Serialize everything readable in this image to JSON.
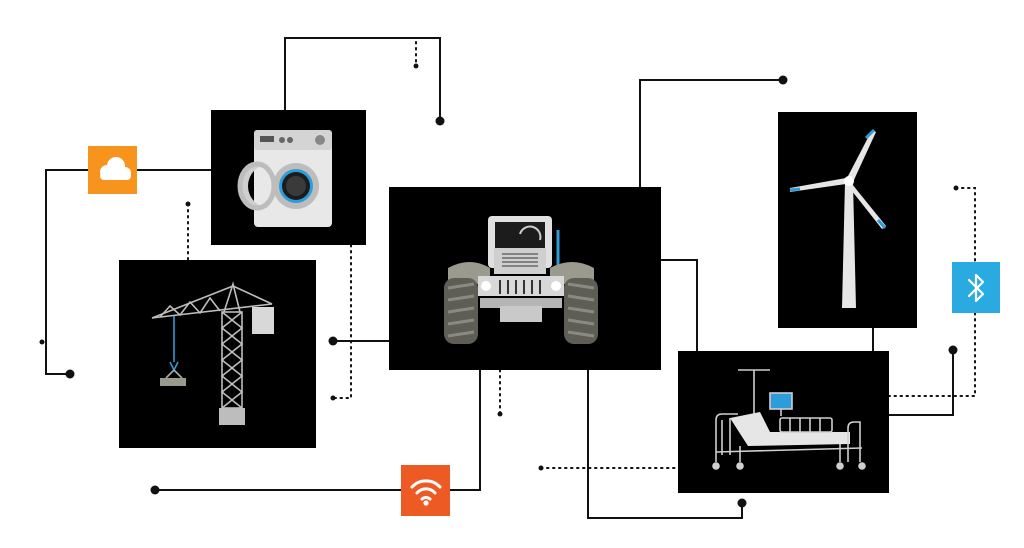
{
  "diagram": {
    "nodes": [
      {
        "id": "washing-machine",
        "kind": "device",
        "icon": "washing-machine-icon"
      },
      {
        "id": "tower-crane",
        "kind": "device",
        "icon": "tower-crane-icon"
      },
      {
        "id": "tractor",
        "kind": "device",
        "icon": "tractor-icon"
      },
      {
        "id": "wind-turbine",
        "kind": "device",
        "icon": "wind-turbine-icon"
      },
      {
        "id": "hospital-bed",
        "kind": "device",
        "icon": "hospital-bed-icon"
      },
      {
        "id": "cloud",
        "kind": "connectivity",
        "icon": "cloud-icon"
      },
      {
        "id": "wifi",
        "kind": "connectivity",
        "icon": "wifi-icon"
      },
      {
        "id": "bluetooth",
        "kind": "connectivity",
        "icon": "bluetooth-icon"
      }
    ],
    "colors": {
      "background": "#ffffff",
      "panel": "#000000",
      "line": "#111111",
      "cloud_badge": "#f7941d",
      "wifi_badge": "#ee5a24",
      "bluetooth_badge": "#29abe2",
      "accent_blue": "#2d9cdb",
      "device_light": "#e6e6e6",
      "device_mid": "#9a9a8e",
      "device_dark": "#5e5e56"
    }
  }
}
